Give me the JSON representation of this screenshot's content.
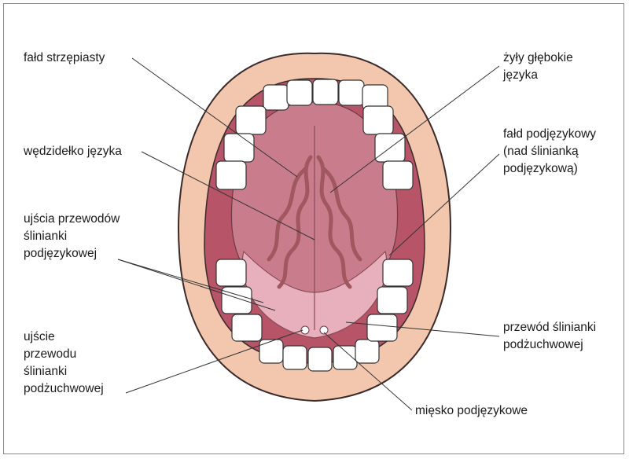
{
  "colors": {
    "lip": "#f2c7ad",
    "lip_stroke": "#3a2a2a",
    "cavity": "#b85468",
    "tongue_top": "#c97d8c",
    "tongue_under": "#e7b0bc",
    "vein": "#a0575f",
    "tooth": "#ffffff",
    "leader": "#333333"
  },
  "labels": {
    "fald_strzepiasty": [
      "fałd strzępiasty"
    ],
    "wedzidelko": [
      "wędzidełko języka"
    ],
    "ujscia_przewodow": [
      "ujścia przewodów",
      "ślinianki",
      "podjęzykowej"
    ],
    "ujscie_przewodu": [
      "ujście",
      "przewodu",
      "ślinianki",
      "podżuchwowej"
    ],
    "zyly_glebokie": [
      "żyły głębokie",
      "języka"
    ],
    "fald_podjezykowy": [
      "fałd podjęzykowy",
      "(nad ślinianką",
      "podjęzykową)"
    ],
    "przewod_slinianki": [
      "przewód ślinianki",
      "podżuchwowej"
    ],
    "miesko": [
      "mięsko podjęzykowe"
    ]
  }
}
